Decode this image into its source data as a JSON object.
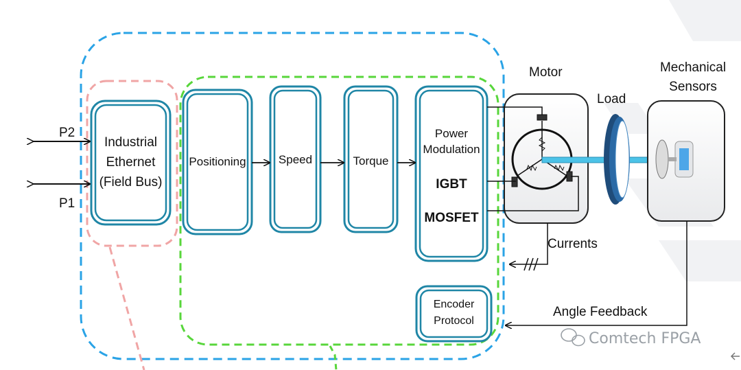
{
  "ports": {
    "p2": "P2",
    "p1": "P1"
  },
  "blocks": {
    "industrial_ethernet": [
      "Industrial",
      "Ethernet",
      "(Field Bus)"
    ],
    "positioning": "Positioning",
    "speed": "Speed",
    "torque": "Torque",
    "power_modulation": [
      "Power",
      "Modulation"
    ],
    "igbt": "IGBT",
    "mosfet": "MOSFET",
    "encoder_protocol": [
      "Encoder",
      "Protocol"
    ]
  },
  "external": {
    "motor": "Motor",
    "load": "Load",
    "mechanical_sensors": [
      "Mechanical",
      "Sensors"
    ],
    "currents": "Currents",
    "angle_feedback": "Angle Feedback"
  },
  "watermark": "Comtech FPGA",
  "colors": {
    "block_border": "#1f86a6",
    "outer_dashed": "#2aa3e6",
    "inner_dashed": "#58d63b",
    "pink_dashed": "#f0a5a5",
    "shaft": "#4cc3e8",
    "load_disc": "#1f4c7a"
  }
}
